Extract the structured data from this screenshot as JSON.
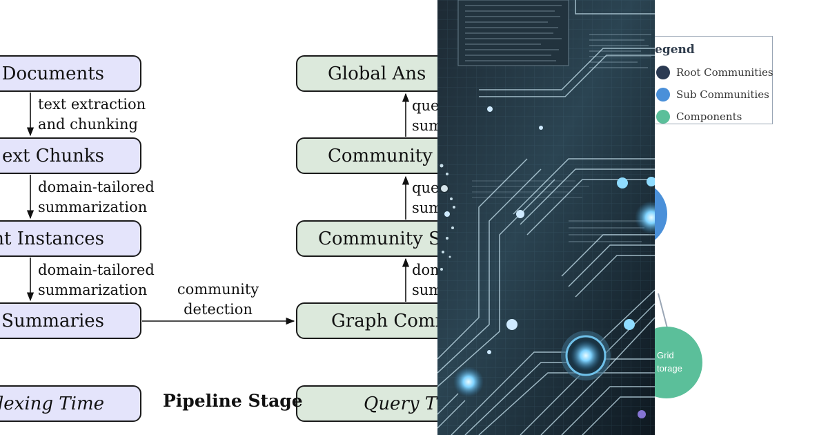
{
  "indexing_nodes": [
    {
      "label": "ce Documents"
    },
    {
      "label": "ext Chunks"
    },
    {
      "label": "ment Instances"
    },
    {
      "label": "ent Summaries"
    }
  ],
  "query_nodes": [
    {
      "label": "Global Ans"
    },
    {
      "label": "Community An"
    },
    {
      "label": "Community Sur"
    },
    {
      "label": "Graph Commu"
    }
  ],
  "indexing_edges": [
    {
      "line1": "text extraction",
      "line2": "and chunking"
    },
    {
      "line1": "domain-tailored",
      "line2": "summarization"
    },
    {
      "line1": "domain-tailored",
      "line2": "summarization"
    }
  ],
  "query_edges": [
    {
      "line1": "que",
      "line2": "sum"
    },
    {
      "line1": "que",
      "line2": "sum"
    },
    {
      "line1": "dom",
      "line2": "sum"
    }
  ],
  "cross_edge": {
    "line1": "community",
    "line2": "detection"
  },
  "stages": {
    "indexing": "dexing Time",
    "pipeline": "Pipeline Stage",
    "query": "Query Tin"
  },
  "legend": {
    "title": "egend",
    "items": [
      {
        "label": "Root Communities",
        "color": "#2b3a52"
      },
      {
        "label": "Sub Communities",
        "color": "#4a90d9"
      },
      {
        "label": "Components",
        "color": "#5bbf9a"
      }
    ]
  },
  "bubble": {
    "line1": "Grid",
    "line2": "torage"
  },
  "colors": {
    "indexing_fill": "#e4e4fb",
    "query_fill": "#dce9dc",
    "root_node": "#2b3a52",
    "sub_node": "#4a90d9",
    "component_node": "#5bbf9a"
  }
}
